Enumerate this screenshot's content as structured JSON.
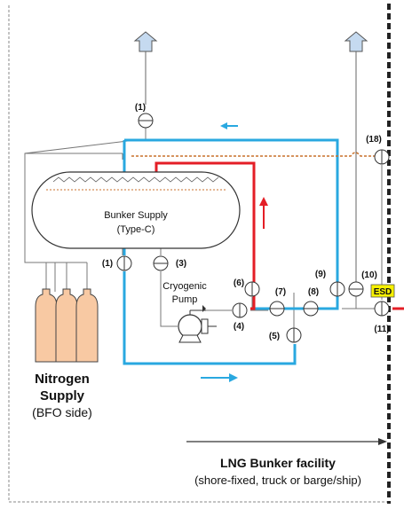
{
  "tank": {
    "line1": "Bunker Supply",
    "line2": "(Type-C)"
  },
  "pump": {
    "line1": "Cryogenic",
    "line2": "Pump"
  },
  "nitrogen": {
    "line1": "Nitrogen",
    "line2": "Supply",
    "line3": "(BFO side)"
  },
  "facility": {
    "line1": "LNG Bunker facility",
    "line2": "(shore-fixed, truck or barge/ship)"
  },
  "esd": "ESD",
  "valves": {
    "v1_top": "(1)",
    "v1_left": "(1)",
    "v3": "(3)",
    "v4": "(4)",
    "v5": "(5)",
    "v6": "(6)",
    "v7": "(7)",
    "v8": "(8)",
    "v9": "(9)",
    "v10": "(10)",
    "v11": "(11)",
    "v18": "(18)"
  },
  "colors": {
    "blue_line": "#29a8e0",
    "red_line": "#e41e26",
    "orange_dash": "#c8712c",
    "esd_fill": "#f6f000",
    "cylinder_fill": "#f8c9a3",
    "vent_fill": "#c5daf0"
  }
}
